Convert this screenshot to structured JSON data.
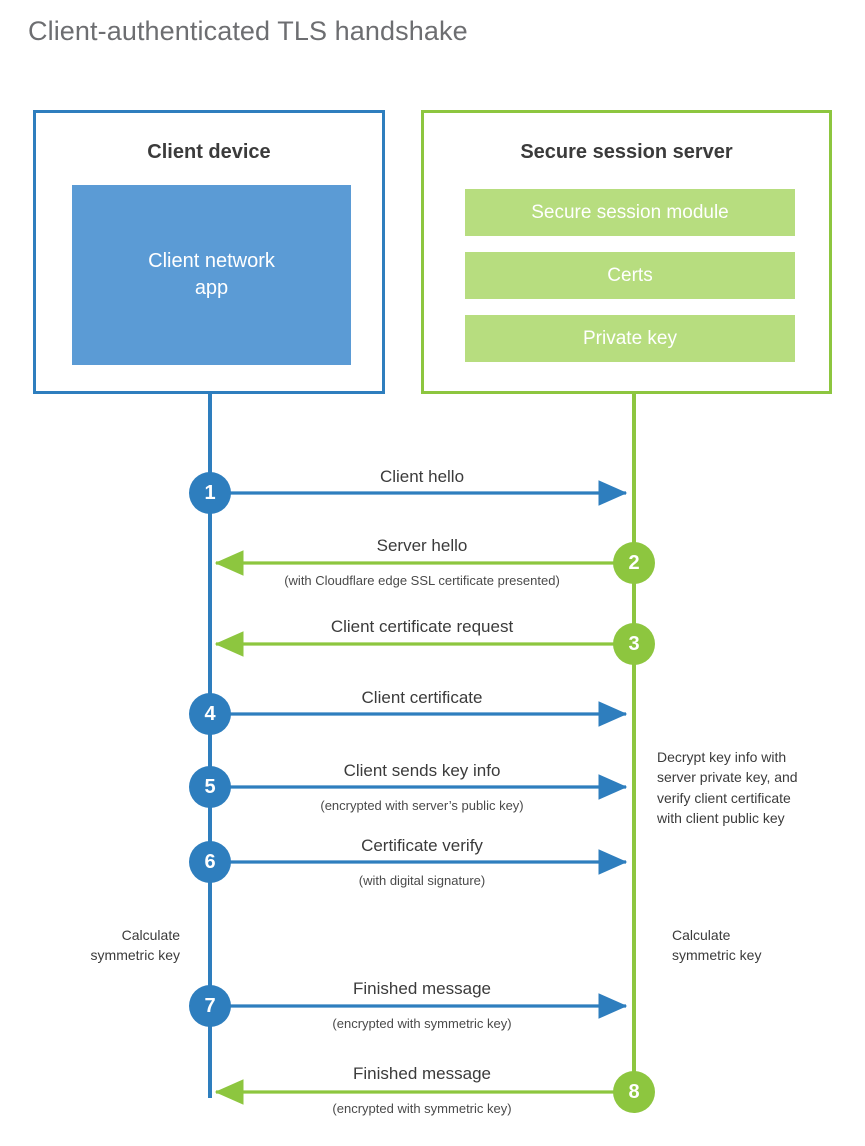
{
  "title": "Client-authenticated TLS handshake",
  "colors": {
    "client_blue": "#2e7ebe",
    "client_app_blue": "#5b9bd5",
    "server_green": "#8dc63f",
    "server_bar_green": "#b7dd7f",
    "title_gray": "#6d6e71",
    "text_dark": "#3b3b3b"
  },
  "client": {
    "title": "Client device",
    "app_label": "Client network app",
    "app_label_line1": "Client network",
    "app_label_line2": "app"
  },
  "server": {
    "title": "Secure session server",
    "components": [
      {
        "label": "Secure session module"
      },
      {
        "label": "Certs"
      },
      {
        "label": "Private key"
      }
    ]
  },
  "steps": [
    {
      "number": "1",
      "label": "Client hello",
      "sublabel": "",
      "direction": "client-to-server",
      "origin": "client"
    },
    {
      "number": "2",
      "label": "Server hello",
      "sublabel": "(with Cloudflare edge SSL certificate presented)",
      "direction": "server-to-client",
      "origin": "server"
    },
    {
      "number": "3",
      "label": "Client certificate request",
      "sublabel": "",
      "direction": "server-to-client",
      "origin": "server"
    },
    {
      "number": "4",
      "label": "Client certificate",
      "sublabel": "",
      "direction": "client-to-server",
      "origin": "client"
    },
    {
      "number": "5",
      "label": "Client sends key info",
      "sublabel": "(encrypted with server’s public key)",
      "direction": "client-to-server",
      "origin": "client"
    },
    {
      "number": "6",
      "label": "Certificate verify",
      "sublabel": "(with digital signature)",
      "direction": "client-to-server",
      "origin": "client"
    },
    {
      "number": "7",
      "label": "Finished message",
      "sublabel": "(encrypted with symmetric key)",
      "direction": "client-to-server",
      "origin": "client"
    },
    {
      "number": "8",
      "label": "Finished message",
      "sublabel": "(encrypted with symmetric key)",
      "direction": "server-to-client",
      "origin": "server"
    }
  ],
  "notes": {
    "server_decrypt": "Decrypt key info with server private key, and verify client certificate with client public key",
    "server_decrypt_lines": [
      "Decrypt key info with",
      "server private key, and",
      "verify client certificate",
      "with client public key"
    ],
    "client_calculate": "Calculate symmetric key",
    "client_calculate_lines": [
      "Calculate",
      "symmetric key"
    ],
    "server_calculate": "Calculate symmetric key",
    "server_calculate_lines": [
      "Calculate",
      "symmetric key"
    ]
  }
}
